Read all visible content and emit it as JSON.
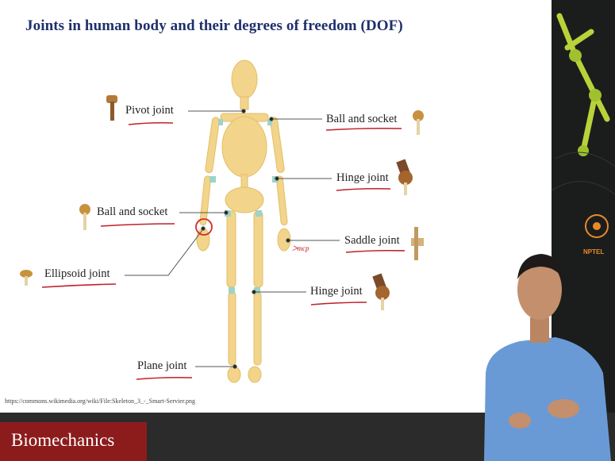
{
  "slide": {
    "title": "Joints in human body and their degrees of freedom (DOF)",
    "labels": {
      "pivot": "Pivot joint",
      "ball_socket_right": "Ball and socket",
      "hinge_elbow": "Hinge joint",
      "ball_socket_left": "Ball and socket",
      "saddle": "Saddle joint",
      "ellipsoid": "Ellipsoid joint",
      "hinge_knee": "Hinge joint",
      "plane": "Plane joint"
    },
    "handwritten_note": "ᐳmcp",
    "source": "https://commons.wikimedia.org/wiki/File:Skeleton_3_-_Smart-Servier.png"
  },
  "branding": {
    "course": "Biomechanics",
    "nptel": "NPTEL"
  },
  "colors": {
    "title": "#1f2f6b",
    "underline": "#c0202a",
    "bone": "#f2d48a",
    "brand_red": "#8c1c1c"
  }
}
